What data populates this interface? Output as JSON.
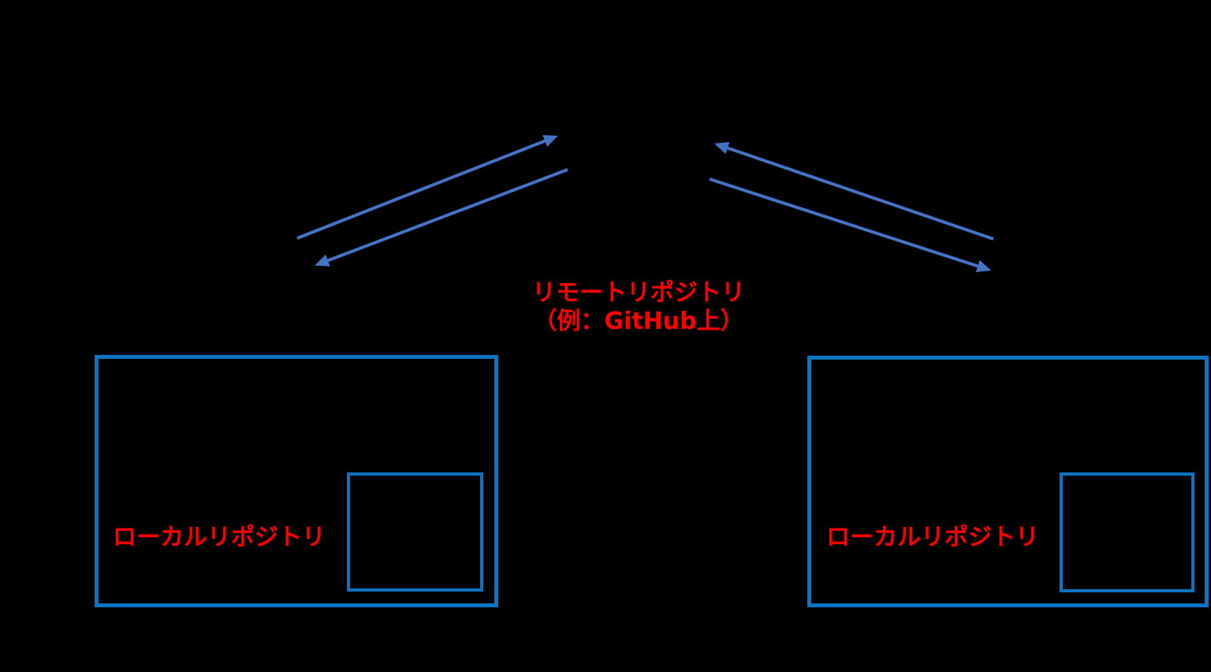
{
  "diagram": {
    "title_note": "",
    "remote_repository": {
      "label_line1": "リモートリポジトリ",
      "label_line2": "（例：GitHub上）"
    },
    "local_repository_left": {
      "label": "ローカルリポジトリ"
    },
    "local_repository_right": {
      "label": "ローカルリポジトリ"
    },
    "arrows": [
      {
        "name": "arrow-left-local-to-remote",
        "direction": "up-right"
      },
      {
        "name": "arrow-remote-to-left-local",
        "direction": "down-left"
      },
      {
        "name": "arrow-right-local-to-remote",
        "direction": "up-left"
      },
      {
        "name": "arrow-remote-to-right-local",
        "direction": "down-right"
      }
    ]
  },
  "colors": {
    "background": "#000000",
    "arrow_blue": "#4472C4",
    "box_border_blue": "#0E74C2",
    "label_red": "#FF0000"
  }
}
